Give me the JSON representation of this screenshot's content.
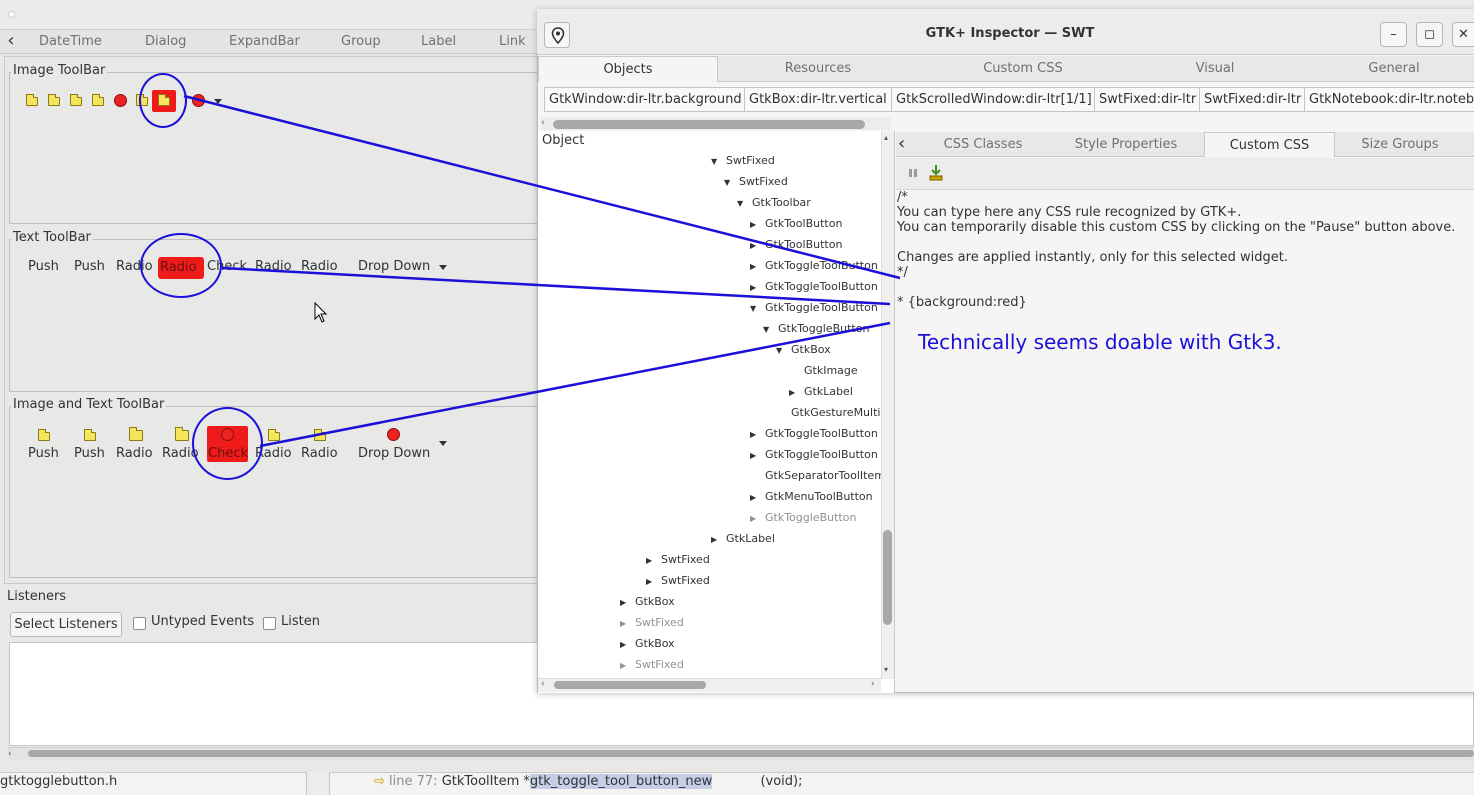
{
  "background_window": {
    "tabs": [
      "DateTime",
      "Dialog",
      "ExpandBar",
      "Group",
      "Label",
      "Link"
    ],
    "groups": {
      "image_toolbar": "Image ToolBar",
      "text_toolbar": "Text ToolBar",
      "image_text_toolbar": "Image and Text ToolBar"
    },
    "text_toolbar_items": [
      "Push",
      "Push",
      "Radio",
      "Radio",
      "Check",
      "Radio",
      "Radio",
      "Drop Down"
    ],
    "image_text_toolbar_items": [
      "Push",
      "Push",
      "Radio",
      "Radio",
      "Check",
      "Radio",
      "Radio",
      "Drop Down"
    ],
    "listeners": {
      "title": "Listeners",
      "select_button": "Select Listeners",
      "untyped_events": "Untyped Events",
      "listen": "Listen"
    }
  },
  "bottom_strip": {
    "file": "gtktogglebutton.h",
    "line_label": "line 77:",
    "code_prefix": "GtkToolItem *",
    "code_highlight": "gtk_toggle_tool_button_new",
    "code_suffix": "(void);"
  },
  "inspector": {
    "title": "GTK+ Inspector — SWT",
    "window_buttons": [
      "–",
      "◻",
      "✕"
    ],
    "tabs": [
      "Objects",
      "Resources",
      "Custom CSS",
      "Visual",
      "General"
    ],
    "active_tab": "Objects",
    "breadcrumbs": [
      "GtkWindow:dir-ltr.background",
      "GtkBox:dir-ltr.vertical",
      "GtkScrolledWindow:dir-ltr[1/1]",
      "SwtFixed:dir-ltr",
      "SwtFixed:dir-ltr",
      "GtkNotebook:dir-ltr.noteb"
    ],
    "tree_header": "Object",
    "tree": [
      {
        "label": "SwtFixed",
        "arrow": "▼"
      },
      {
        "label": "SwtFixed",
        "arrow": "▼"
      },
      {
        "label": "GtkToolbar",
        "arrow": "▼"
      },
      {
        "label": "GtkToolButton",
        "arrow": "▶"
      },
      {
        "label": "GtkToolButton",
        "arrow": "▶"
      },
      {
        "label": "GtkToggleToolButton",
        "arrow": "▶"
      },
      {
        "label": "GtkToggleToolButton",
        "arrow": "▶"
      },
      {
        "label": "GtkToggleToolButton",
        "arrow": "▼"
      },
      {
        "label": "GtkToggleButton",
        "arrow": "▼"
      },
      {
        "label": "GtkBox",
        "arrow": "▼"
      },
      {
        "label": "GtkImage",
        "arrow": ""
      },
      {
        "label": "GtkLabel",
        "arrow": "▶"
      },
      {
        "label": "GtkGestureMulti",
        "arrow": ""
      },
      {
        "label": "GtkToggleToolButton",
        "arrow": "▶"
      },
      {
        "label": "GtkToggleToolButton",
        "arrow": "▶"
      },
      {
        "label": "GtkSeparatorToolItem",
        "arrow": ""
      },
      {
        "label": "GtkMenuToolButton",
        "arrow": "▶"
      },
      {
        "label": "GtkToggleButton",
        "arrow": "▶"
      },
      {
        "label": "GtkLabel",
        "arrow": "▶"
      },
      {
        "label": "SwtFixed",
        "arrow": "▶"
      },
      {
        "label": "SwtFixed",
        "arrow": "▶"
      },
      {
        "label": "GtkBox",
        "arrow": "▶"
      },
      {
        "label": "SwtFixed",
        "arrow": "▶"
      },
      {
        "label": "GtkBox",
        "arrow": "▶"
      },
      {
        "label": "SwtFixed",
        "arrow": "▶"
      }
    ],
    "subtabs": [
      "CSS Classes",
      "Style Properties",
      "Custom CSS",
      "Size Groups"
    ],
    "active_subtab": "Custom CSS",
    "css_lines": [
      "/*",
      "You can type here any CSS rule recognized by GTK+.",
      "You can temporarily disable this custom CSS by clicking on the \"Pause\" button above.",
      "",
      "Changes are applied instantly, only for this selected widget.",
      "*/",
      "",
      "* {background:red}"
    ],
    "annotation": "Technically seems doable with Gtk3."
  },
  "colors": {
    "annotation_blue": "#1a10d8",
    "highlight_red": "#ef1b1b"
  }
}
